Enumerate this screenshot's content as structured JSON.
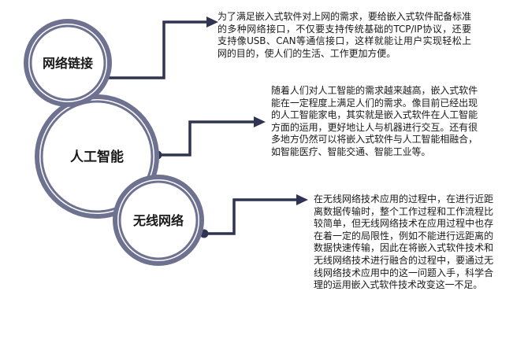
{
  "colors": {
    "ring_outer": "#6e7290",
    "ring_inner": "#ffffff",
    "core": "#ffffff",
    "connector": "#2f3452",
    "text": "#1a1a1a"
  },
  "nodes": [
    {
      "label": "网络链接",
      "description": "为了满足嵌入式软件对上网的需求，要给嵌入式软件配备标准的多种网络接口，不仅要支持传统基础的TCP/IP协议，还要支持像USB、CAN等通信接口，这样就能让用户实现轻松上网的目的，使人们的生活、工作更加方便。"
    },
    {
      "label": "人工智能",
      "description": "随着人们对人工智能的需求越来越高，嵌入式软件能在一定程度上满足人们的需求。像目前已经出现的人工智能家电，其实就是嵌入式软件在人工智能方面的运用，更好地让人与机器进行交互。还有很多地方仍然可以将嵌入式软件与人工智能相融合，如智能医疗、智能交通、智能工业等。"
    },
    {
      "label": "无线网络",
      "description": "在无线网络技术应用的过程中，在进行近距离数据传输时，整个工作过程和工作流程比较简单，但无线网络技术在应用过程中也存在着一定的局限性，例如不能进行远距离的数据快速传输，因此在将嵌入式软件技术和无线网络技术进行融合的过程中，要通过无线网络技术应用中的这一问题入手，科学合理的运用嵌入式软件技术改变这一不足。"
    }
  ]
}
